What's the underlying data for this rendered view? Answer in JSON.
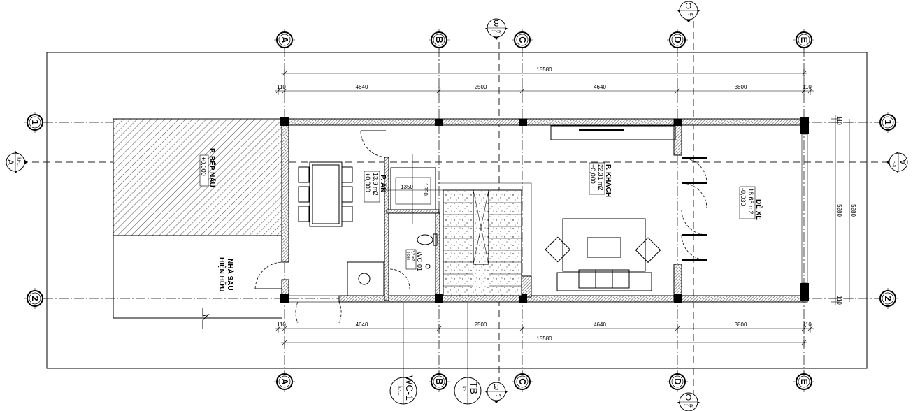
{
  "grid": {
    "columns": [
      "A",
      "B",
      "C",
      "D",
      "E"
    ],
    "rows": [
      "1",
      "2"
    ]
  },
  "dimensions": {
    "overall": "15580",
    "segments": [
      "110",
      "4640",
      "2500",
      "4640",
      "3800",
      "110"
    ],
    "side_overall": "5280",
    "side_inner": "5280",
    "side_ends": [
      "110",
      "110"
    ]
  },
  "sections": {
    "a": {
      "label": "A",
      "sheet": "kt-..."
    },
    "b": {
      "label": "B",
      "sheet": "kt-..."
    },
    "c": {
      "label": "C",
      "sheet": "kt-..."
    }
  },
  "callouts": {
    "wc": {
      "label": "WC-1",
      "sheet": "kt-..."
    },
    "tb": {
      "label": "TB",
      "sheet": "kt-..."
    }
  },
  "rooms": {
    "dining": {
      "name": "P. ĂN",
      "area": "13,9 m2",
      "level": "+0,000"
    },
    "living": {
      "name": "P. KHÁCH",
      "area": "22,31 m2",
      "level": "+0,000"
    },
    "parking": {
      "name": "ĐỂ XE",
      "area": "18,65 m2",
      "level": "-0,030"
    },
    "kitchen": {
      "name": "P. BẾP NẤU",
      "level": "+0,000"
    },
    "existing_line1": "NHÀ SAU",
    "existing_line2": "HIỆN HỮU",
    "wc": {
      "name": "WC-01",
      "area": "3,2 m2",
      "level": "-0,030"
    }
  },
  "elevator": {
    "width": "1350",
    "depth": "1350"
  }
}
